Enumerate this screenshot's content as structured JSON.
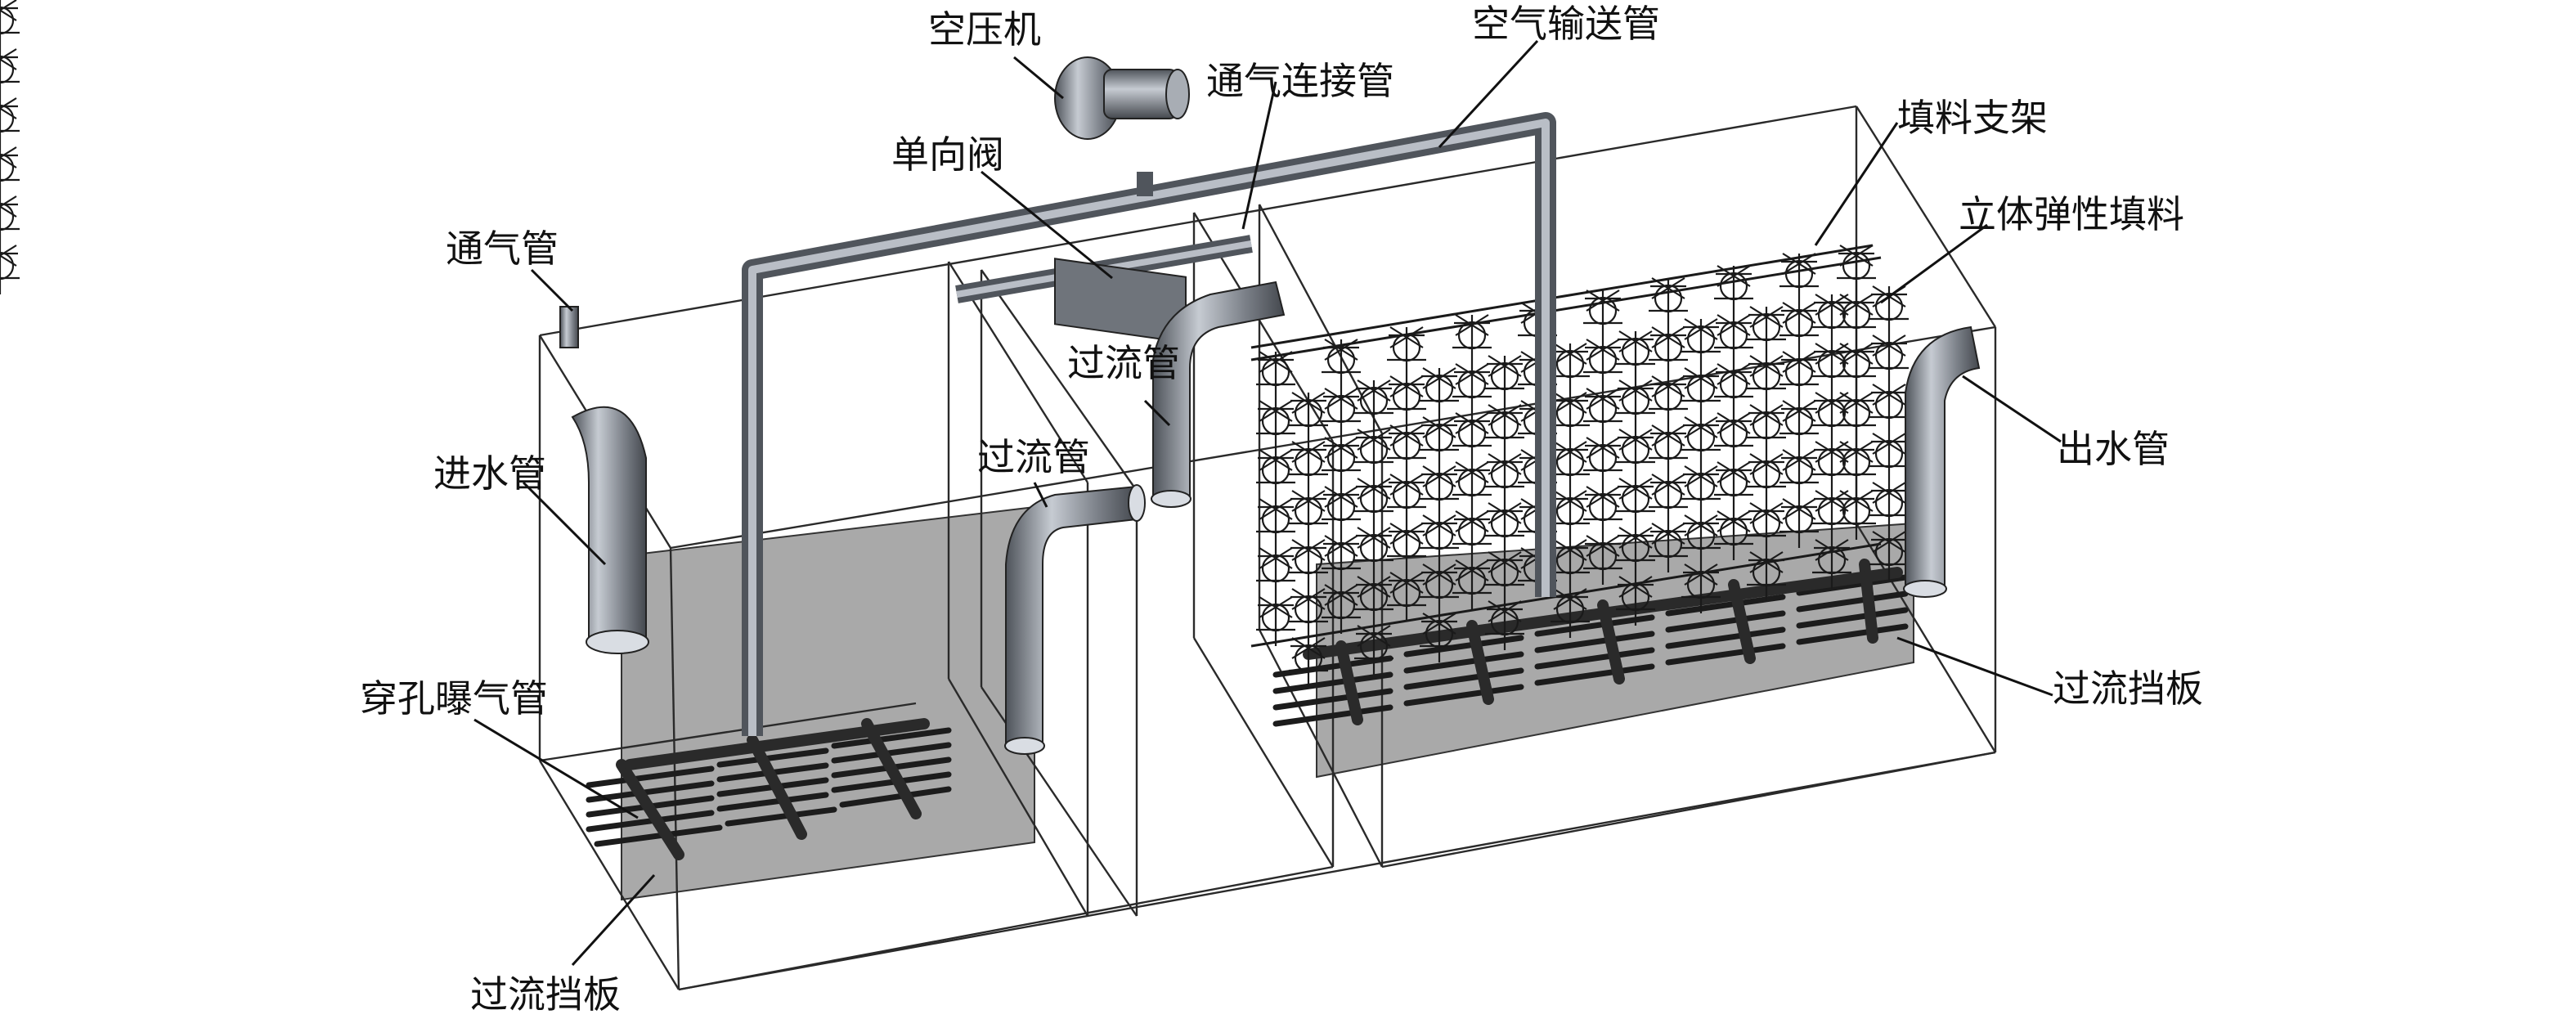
{
  "labels": {
    "compressor": "空压机",
    "air_delivery_pipe": "空气输送管",
    "air_connection_pipe": "通气连接管",
    "check_valve": "单向阀",
    "packing_support": "填料支架",
    "vent_pipe": "通气管",
    "elastic_packing": "立体弹性填料",
    "overflow_pipe_upper": "过流管",
    "overflow_pipe_lower": "过流管",
    "inlet_pipe": "进水管",
    "outlet_pipe": "出水管",
    "perforated_aeration_pipe": "穿孔曝气管",
    "baffle_right": "过流挡板",
    "baffle_left": "过流挡板"
  },
  "colors": {
    "baffle_fill": "#a9a9a9",
    "pipe_dark": "#5b5f66",
    "pipe_light": "#b9bec6",
    "edge": "#2a2a2a",
    "packing": "#1a1a1a"
  }
}
